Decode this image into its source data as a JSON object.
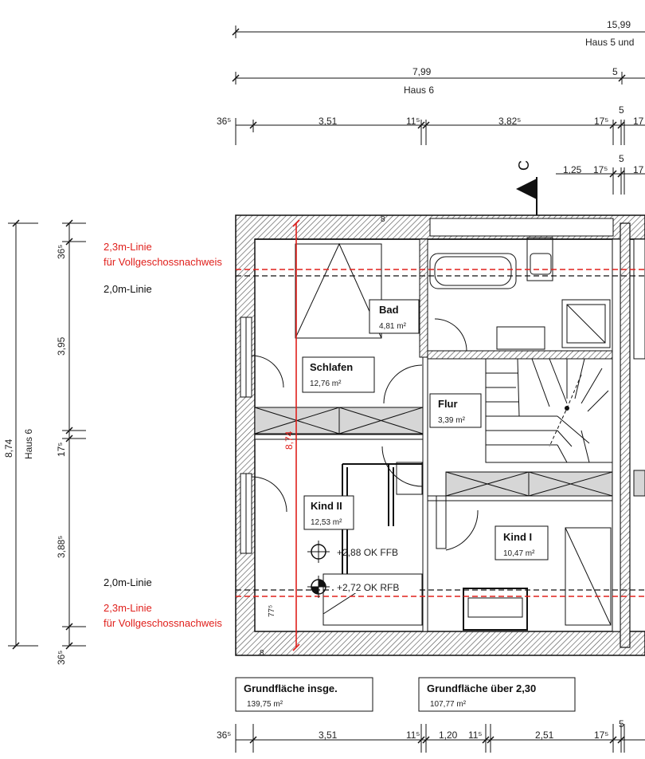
{
  "dimensions": {
    "top_total": {
      "value": "15,99",
      "label": "Haus 5 und"
    },
    "top_haus": {
      "value": "7,99",
      "label": "Haus 6",
      "right_value": "5"
    },
    "row_top": [
      "36⁵",
      "3,51",
      "11⁵",
      "3,82⁵",
      "17⁵",
      "5",
      "17"
    ],
    "row_stair": [
      "5",
      "1,25",
      "17⁵",
      "17"
    ],
    "left_total": {
      "value": "8,74",
      "label": "Haus 6"
    },
    "left_segments": [
      "36⁵",
      "3,95",
      "17⁵",
      "3,88⁵",
      "36⁵"
    ],
    "inner_height": "8,74",
    "bottom_row": [
      "36⁵",
      "3,51",
      "11⁵",
      "1,20",
      "11⁵",
      "2,51",
      "17⁵",
      "5"
    ]
  },
  "section_marker": "C",
  "lines": {
    "top_23_line1": "2,3m-Linie",
    "top_23_line2": "für Vollgeschossnachweis",
    "top_20": "2,0m-Linie",
    "bottom_20": "2,0m-Linie",
    "bottom_23_line1": "2,3m-Linie",
    "bottom_23_line2": "für Vollgeschossnachweis"
  },
  "rooms": [
    {
      "name": "Bad",
      "area": "4,81 m²"
    },
    {
      "name": "Schlafen",
      "area": "12,76 m²"
    },
    {
      "name": "Flur",
      "area": "3,39 m²"
    },
    {
      "name": "Kind II",
      "area": "12,53 m²"
    },
    {
      "name": "Kind I",
      "area": "10,47 m²"
    }
  ],
  "levels": [
    "+2,88 OK FFB",
    "+2,72 OK RFB"
  ],
  "wall_marks": [
    "8",
    "8",
    "77⁵"
  ],
  "summary": [
    {
      "title": "Grundfläche insge.",
      "value": "139,75 m²"
    },
    {
      "title": "Grundfläche über 2,30",
      "value": "107,77 m²"
    }
  ],
  "colors": {
    "line": "#111111",
    "red": "#e0201c",
    "hatch": "#555555",
    "cabinet": "#d6d6d6"
  }
}
